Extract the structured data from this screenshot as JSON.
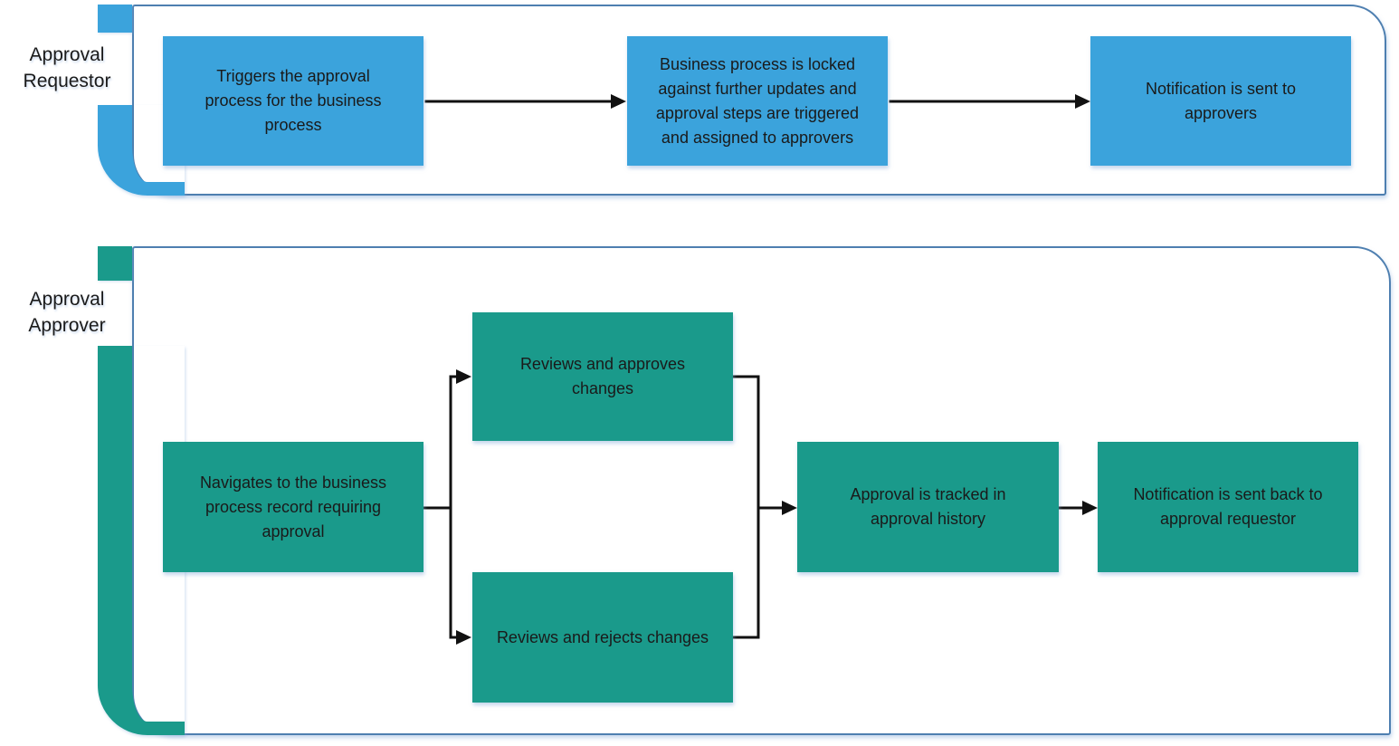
{
  "title": "Approval process flow diagram",
  "colors": {
    "requestor_blue": "#3BA3DC",
    "approver_teal": "#1A9A8B",
    "lane_border": "#4E7FB0",
    "connector": "#111111",
    "text": "#1A1A1A"
  },
  "lane_requestor": {
    "label_line1": "Approval",
    "label_line2": "Requestor",
    "boxes": {
      "trigger": "Triggers the approval process for the business process",
      "locked": "Business process is locked against further updates and approval steps are triggered and assigned to approvers",
      "notify": "Notification is sent to approvers"
    }
  },
  "lane_approver": {
    "label_line1": "Approval",
    "label_line2": "Approver",
    "boxes": {
      "navigate": "Navigates to the business process record requiring approval",
      "approve": "Reviews and approves changes",
      "reject": "Reviews and rejects changes",
      "track": "Approval is tracked in approval history",
      "notify_back": "Notification is sent back to approval requestor"
    }
  }
}
